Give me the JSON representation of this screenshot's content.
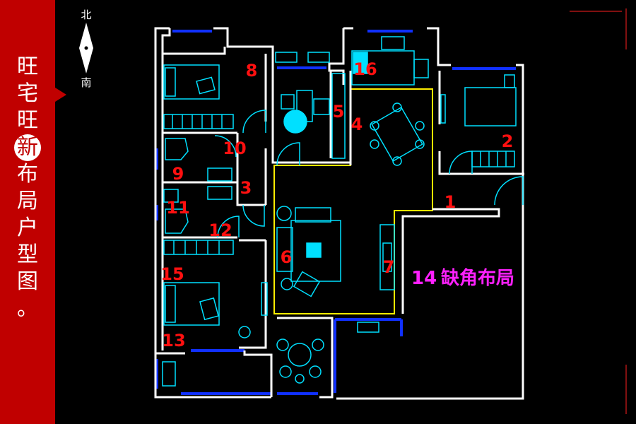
{
  "title_chars": [
    "旺",
    "宅",
    "旺",
    "新",
    "布",
    "局",
    "户",
    "型",
    "图",
    "。"
  ],
  "compass": {
    "north": "北",
    "south": "南"
  },
  "room_labels": {
    "r1": "1",
    "r2": "2",
    "r3": "3",
    "r4": "4",
    "r5": "5",
    "r6": "6",
    "r7": "7",
    "r8": "8",
    "r9": "9",
    "r10": "10",
    "r11": "11",
    "r12": "12",
    "r13": "13",
    "r15": "15",
    "r16": "16"
  },
  "missing_corner": {
    "number": "14",
    "text": "缺角布局"
  },
  "colors": {
    "sidebar": "#c00000",
    "walls": "#ffffff",
    "windows": "#1030ff",
    "furniture": "#00e0ff",
    "zone": "#ffee00",
    "labels": "#ff1010",
    "note": "#ff20ff"
  }
}
